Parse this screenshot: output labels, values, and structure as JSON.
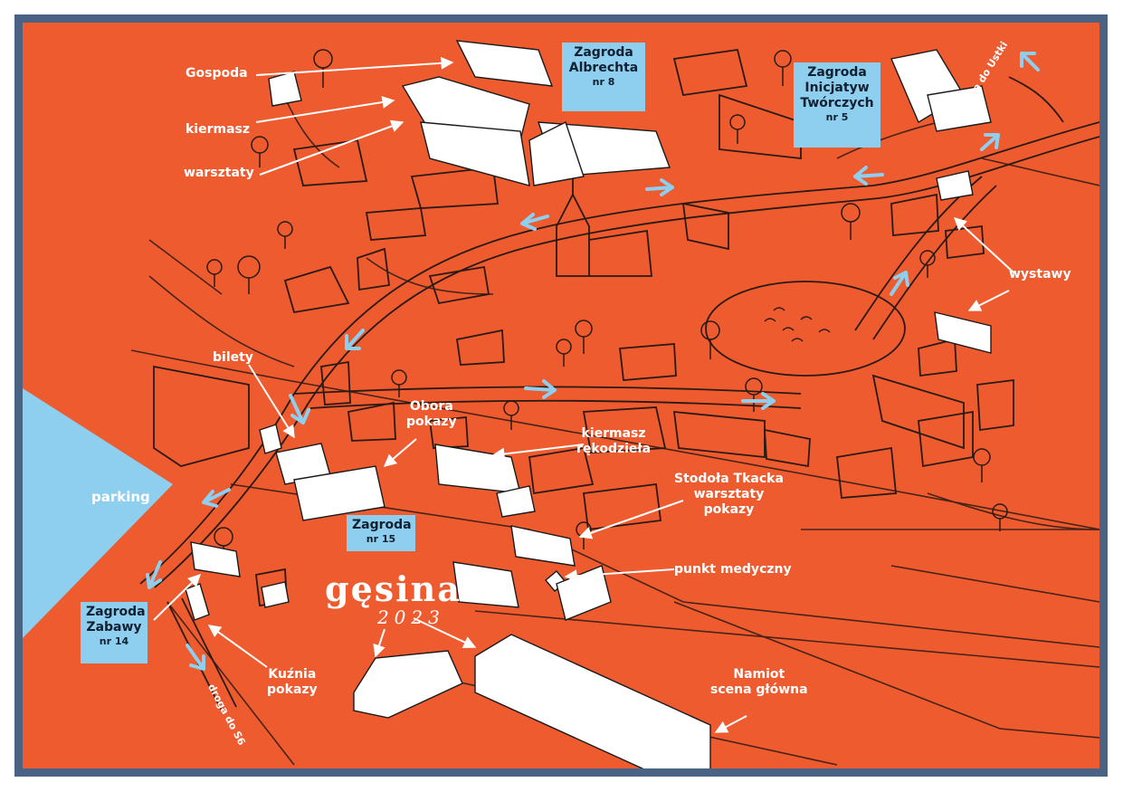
{
  "labels": {
    "gospoda": "Gospoda",
    "kiermasz": "kiermasz",
    "warsztaty": "warsztaty",
    "bilety": "bilety",
    "parking": "parking",
    "obora_l1": "Obora",
    "obora_l2": "pokazy",
    "kiermasz_rek_l1": "kiermasz",
    "kiermasz_rek_l2": "rękodzieła",
    "stodola_l1": "Stodoła Tkacka",
    "stodola_l2": "warsztaty",
    "stodola_l3": "pokazy",
    "punkt": "punkt medyczny",
    "wystawy": "wystawy",
    "kuznia_l1": "Kuźnia",
    "kuznia_l2": "pokazy",
    "namiot_l1": "Namiot",
    "namiot_l2": "scena główna"
  },
  "boxes": {
    "albrecht": {
      "l1": "Zagroda",
      "l2": "Albrechta",
      "sub": "nr 8"
    },
    "inicjatyw": {
      "l1": "Zagroda",
      "l2": "Inicjatyw",
      "l3": "Twórczych",
      "sub": "nr 5"
    },
    "zagroda15": {
      "l1": "Zagroda",
      "sub": "nr 15"
    },
    "zabawy": {
      "l1": "Zagroda",
      "l2": "Zabawy",
      "sub": "nr 14"
    }
  },
  "roads": {
    "ustka": "droga do Ustki",
    "s6": "droga do S6"
  },
  "logo": {
    "word": "gęsina",
    "year": "2023"
  },
  "colors": {
    "background": "#ee5b2f",
    "frame": "#4a6385",
    "accent": "#8ecfef",
    "ink": "#2a1a14"
  }
}
